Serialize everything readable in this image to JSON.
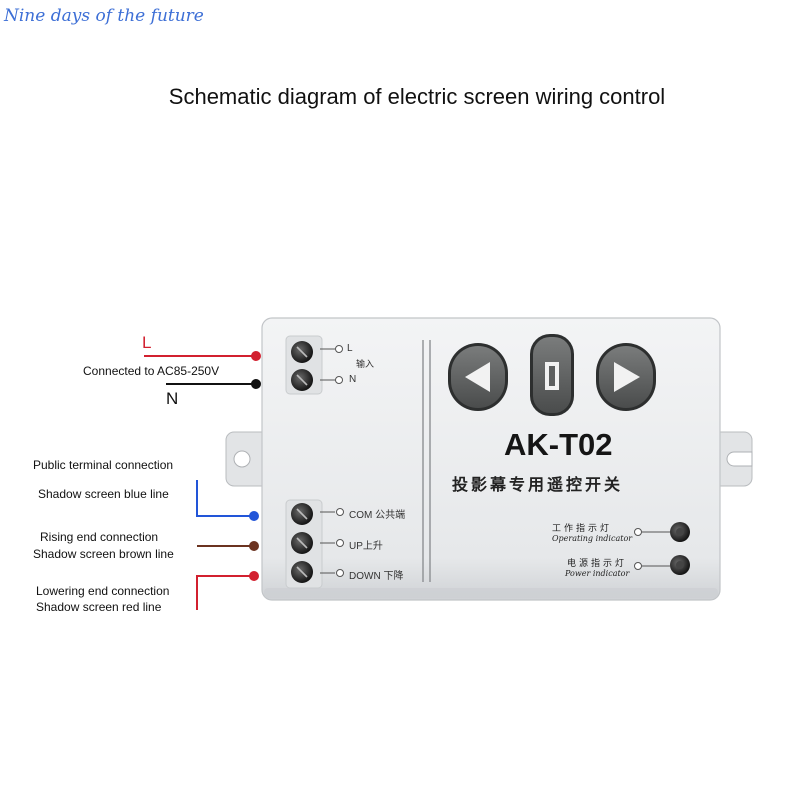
{
  "watermark": "Nine days of the future",
  "title": "Schematic diagram of electric screen wiring control",
  "power": {
    "line_label": "L",
    "neutral_label": "N",
    "connected_text": "Connected to AC85-250V"
  },
  "wires": [
    {
      "line1": "Public terminal connection",
      "line2": "Shadow screen blue line",
      "color": "#2255d8"
    },
    {
      "line1": "Rising end connection",
      "line2": "Shadow screen brown line",
      "color": "#6b3320"
    },
    {
      "line1": "Lowering end connection",
      "line2": "Shadow screen red line",
      "color": "#d2202f"
    }
  ],
  "device": {
    "model": "AK-T02",
    "subtitle": "投影幕专用遥控开关",
    "terminals": {
      "l": "L",
      "input": "输入",
      "n": "N",
      "com": "COM 公共端",
      "up": "UP上升",
      "down": "DOWN 下降"
    },
    "indicators": {
      "operating_cn": "工作指示灯",
      "operating_en": "Operating indicator",
      "power_cn": "电源指示灯",
      "power_en": "Power indicator"
    }
  },
  "colors": {
    "red": "#d2202f",
    "black": "#111111",
    "blue": "#2255d8",
    "brown": "#6b3320",
    "button": "#5d5f5f",
    "housing": "#e9ebed"
  }
}
